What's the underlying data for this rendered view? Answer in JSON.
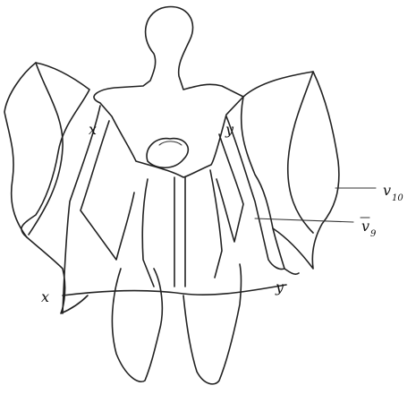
{
  "labels": {
    "upper_left": "x",
    "upper_right": "y",
    "lower_left": "x",
    "lower_right": "y",
    "v10": "v",
    "v10_sub": "10",
    "v9": "v",
    "v9_sub": "9"
  }
}
